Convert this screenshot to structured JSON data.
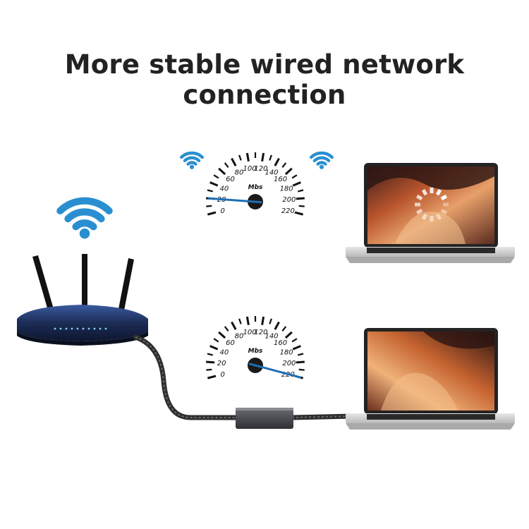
{
  "headline": "More stable wired network connection",
  "gauges": [
    {
      "id": "wireless",
      "unit": "Mbs",
      "labels": [
        "0",
        "20",
        "40",
        "60",
        "80",
        "100",
        "120",
        "140",
        "160",
        "180",
        "200",
        "220"
      ],
      "value": 20,
      "max": 220
    },
    {
      "id": "wired",
      "unit": "Mbs",
      "labels": [
        "0",
        "20",
        "40",
        "60",
        "80",
        "100",
        "120",
        "140",
        "160",
        "180",
        "200",
        "220"
      ],
      "value": 220,
      "max": 220
    }
  ],
  "colors": {
    "wifi": "#2a8fd0",
    "needle": "#1f6fb5",
    "router_body": "#1d2b4a",
    "cable": "#3a3a3a",
    "adapter": "#4a4c50",
    "laptop_frame": "#2b2b2b",
    "laptop_base": "#d9d9d9"
  },
  "icons": [
    "wifi-icon",
    "router-icon",
    "speedometer-icon",
    "laptop-icon",
    "loading-spinner-icon",
    "ethernet-adapter-icon"
  ]
}
